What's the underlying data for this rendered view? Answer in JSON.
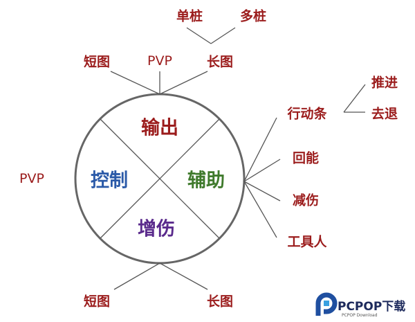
{
  "quadrants": {
    "top": "输出",
    "left": "控制",
    "right": "辅助",
    "bottom": "增伤"
  },
  "top_branch": {
    "items": [
      "短图",
      "PVP",
      "长图"
    ],
    "long_sub": [
      "单桩",
      "多桩"
    ]
  },
  "left_label": "PVP",
  "right_branch": {
    "items": [
      "行动条",
      "回能",
      "减伤",
      "工具人"
    ],
    "bar_sub": [
      "推进",
      "去退"
    ]
  },
  "bottom_branch": {
    "items": [
      "短图",
      "长图"
    ]
  },
  "colors": {
    "output": "#9b1c1c",
    "control": "#2b5aa8",
    "assist": "#3f7a2c",
    "damage": "#5a2a8c",
    "labels": "#9b1c1c"
  },
  "watermark": {
    "brand": "PCPOP下载",
    "sub": "PCPOP Download"
  }
}
